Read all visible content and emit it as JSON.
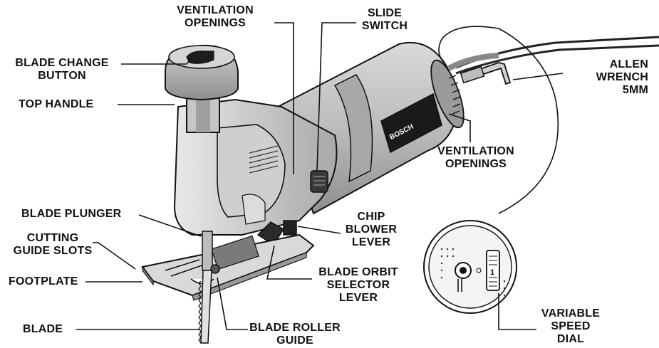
{
  "callouts": {
    "ventilation_top": [
      "VENTILATION",
      "OPENINGS"
    ],
    "slide_switch": [
      "SLIDE",
      "SWITCH"
    ],
    "blade_change": [
      "BLADE CHANGE",
      "BUTTON"
    ],
    "top_handle": [
      "TOP HANDLE"
    ],
    "allen_wrench": [
      "ALLEN",
      "WRENCH",
      "5MM"
    ],
    "ventilation_right": [
      "VENTILATION",
      "OPENINGS"
    ],
    "blade_plunger": [
      "BLADE PLUNGER"
    ],
    "cutting_guide": [
      "CUTTING",
      "GUIDE SLOTS"
    ],
    "chip_blower": [
      "CHIP",
      "BLOWER",
      "LEVER"
    ],
    "footplate": [
      "FOOTPLATE"
    ],
    "blade_orbit": [
      "BLADE ORBIT",
      "SELECTOR",
      "LEVER"
    ],
    "blade": [
      "BLADE"
    ],
    "blade_roller": [
      "BLADE ROLLER",
      "GUIDE"
    ],
    "variable_speed": [
      "VARIABLE",
      "SPEED",
      "DIAL"
    ]
  },
  "brand": "BOSCH",
  "dial_mark": "1",
  "colors": {
    "ink": "#111111",
    "body": "#bdbdbd",
    "shade": "#8a8a8a",
    "dark": "#1a1a1a",
    "light": "#e6e6e6"
  }
}
